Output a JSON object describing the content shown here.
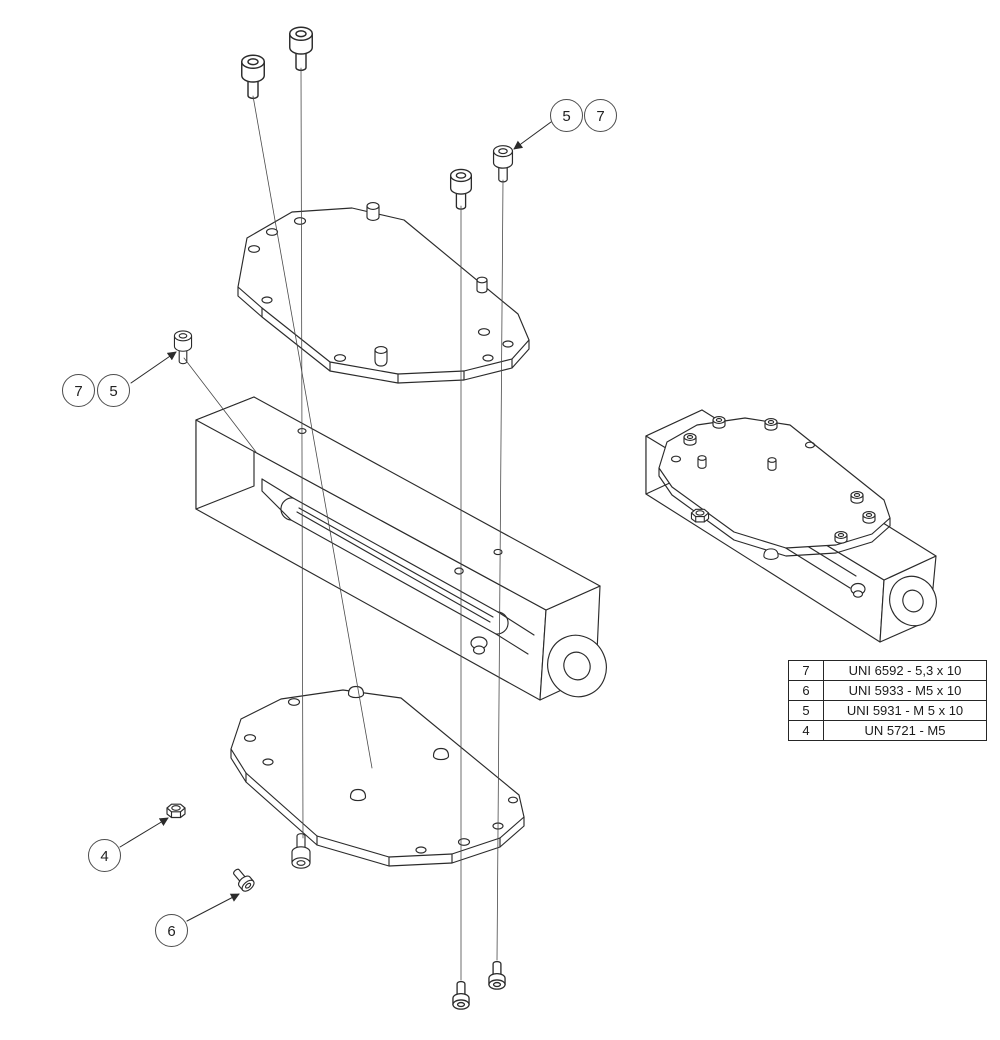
{
  "drawing": {
    "type": "exploded-assembly-technical-drawing",
    "colors": {
      "line": "#2b2b2b",
      "background": "#ffffff",
      "thin_line": "#4a4a4a"
    }
  },
  "balloons": [
    {
      "label": "5"
    },
    {
      "label": "7"
    },
    {
      "label": "7"
    },
    {
      "label": "5"
    },
    {
      "label": "4"
    },
    {
      "label": "6"
    }
  ],
  "parts_table": {
    "rows": [
      {
        "item": "7",
        "spec": "UNI 6592 - 5,3 x 10"
      },
      {
        "item": "6",
        "spec": "UNI 5933 - M5 x 10"
      },
      {
        "item": "5",
        "spec": "UNI 5931 - M 5 x  10"
      },
      {
        "item": "4",
        "spec": "UN 5721 - M5"
      }
    ]
  }
}
